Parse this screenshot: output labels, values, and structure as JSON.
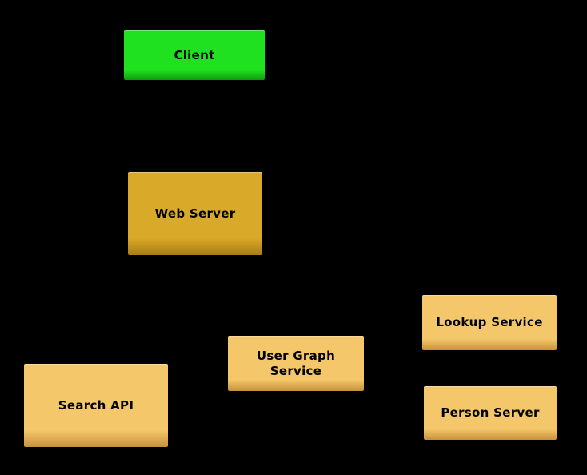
{
  "diagram": {
    "background_color": "#000000",
    "text_color": "#000000",
    "nodes": [
      {
        "id": "client",
        "label": "Client",
        "fill": "#1fe11f",
        "edge": "#0e9b0e"
      },
      {
        "id": "web-server",
        "label": "Web Server",
        "fill": "#d9a929",
        "edge": "#a87d12"
      },
      {
        "id": "lookup-service",
        "label": "Lookup Service",
        "fill": "#f4c76a",
        "edge": "#c7913a"
      },
      {
        "id": "user-graph-service",
        "label": "User Graph Service",
        "fill": "#f4c76a",
        "edge": "#c7913a"
      },
      {
        "id": "person-server",
        "label": "Person Server",
        "fill": "#f4c76a",
        "edge": "#c7913a"
      },
      {
        "id": "search-api",
        "label": "Search API",
        "fill": "#f4c76a",
        "edge": "#c7913a"
      }
    ]
  }
}
